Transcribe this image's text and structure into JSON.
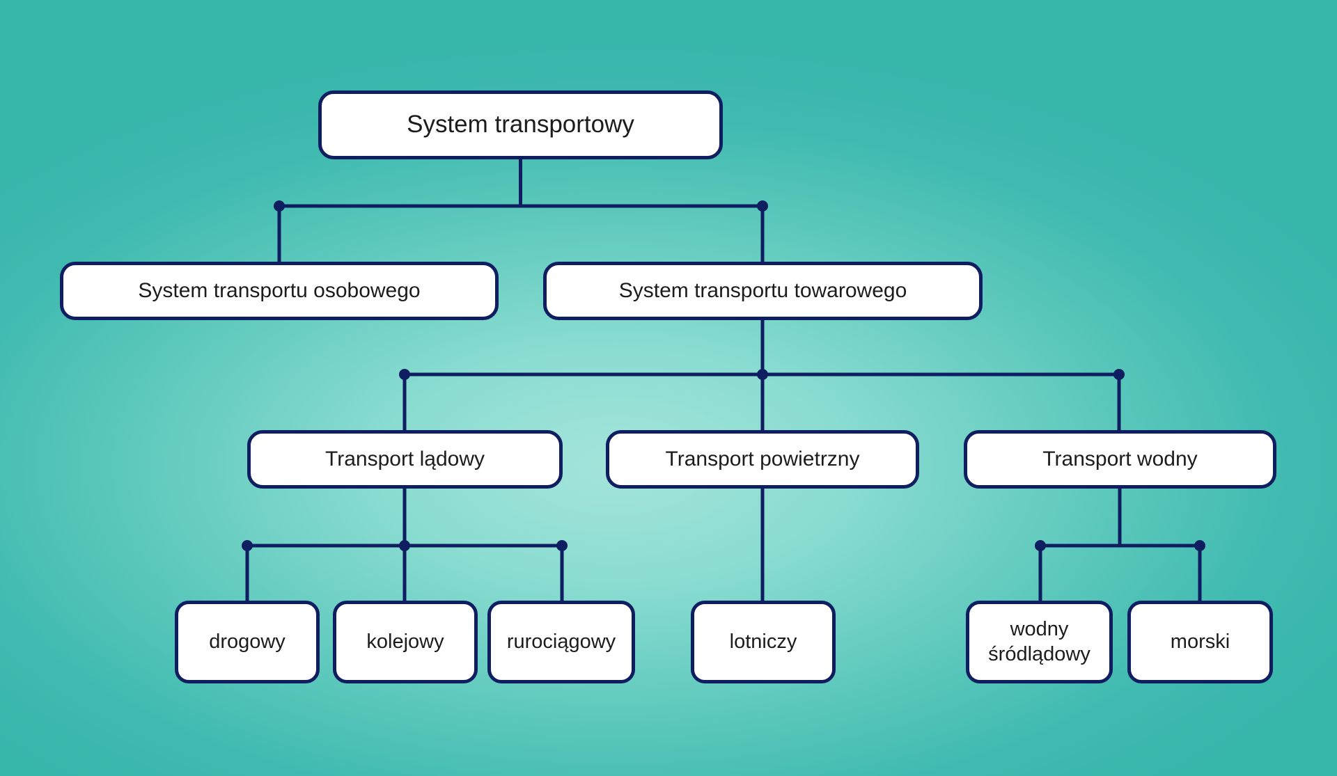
{
  "colors": {
    "background_edge": "#37b6aa",
    "background_center": "#a4e4db",
    "box_fill": "#ffffff",
    "box_border": "#0f1d61",
    "connector_line": "#0f1d61",
    "text": "#1c1c1c"
  },
  "tree": {
    "root": {
      "label": "System transportowy"
    },
    "branches": [
      {
        "label": "System transportu osobowego",
        "children": []
      },
      {
        "label": "System transportu towarowego",
        "children": [
          {
            "label": "Transport lądowy",
            "children": [
              {
                "label": "drogowy"
              },
              {
                "label": "kolejowy"
              },
              {
                "label": "rurociągowy"
              }
            ]
          },
          {
            "label": "Transport powietrzny",
            "children": [
              {
                "label": "lotniczy"
              }
            ]
          },
          {
            "label": "Transport wodny",
            "children": [
              {
                "label": "wodny śródlądowy"
              },
              {
                "label": "morski"
              }
            ]
          }
        ]
      }
    ]
  }
}
